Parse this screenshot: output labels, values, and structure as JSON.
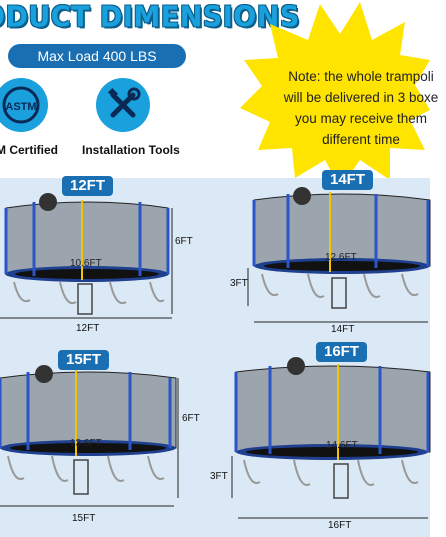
{
  "header": {
    "title": "ODUCT DIMENSIONS",
    "max_load": "Max Load 400 LBS"
  },
  "features": [
    {
      "icon": "astm-certified-icon",
      "label": "M Certified",
      "badge_text": "ASTM"
    },
    {
      "icon": "installation-tools-icon",
      "label": "Installation Tools"
    }
  ],
  "note": {
    "lines": [
      "Note: the whole trampoli",
      "will be delivered in 3 boxe",
      "you may receive them",
      "different time"
    ]
  },
  "models": [
    {
      "size": "12FT",
      "height": "6FT",
      "width": "12FT",
      "diameter": "10.6FT"
    },
    {
      "size": "14FT",
      "leg_height": "3FT",
      "width": "14FT",
      "diameter": "12.6FT"
    },
    {
      "size": "15FT",
      "height": "6FT",
      "width": "15FT",
      "diameter": "13.6FT"
    },
    {
      "size": "16FT",
      "leg_height": "3FT",
      "width": "16FT",
      "diameter": "14.6FT"
    }
  ],
  "colors": {
    "brand_blue": "#1a6fb2",
    "accent_cyan": "#1aa0dc",
    "burst_yellow": "#ffe400",
    "panel_bg": "#dbe9f6",
    "frame_blue": "#1f3f8f"
  }
}
